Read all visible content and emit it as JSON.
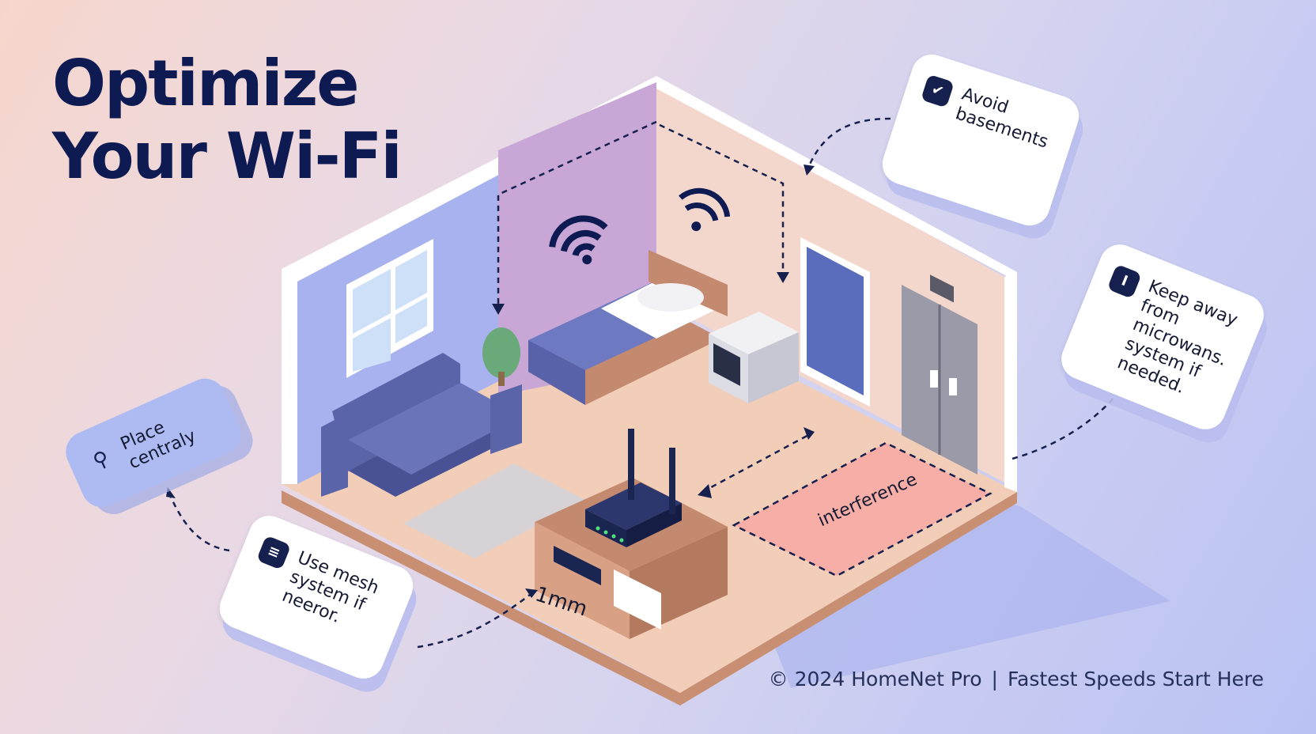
{
  "headline": {
    "line1": "Optimize",
    "line2": "Your Wi-Fi"
  },
  "tips": {
    "avoid": {
      "icon": "check-icon",
      "glyph": "✔",
      "text": "Avoid basements"
    },
    "keep": {
      "icon": "info-icon",
      "glyph": "I",
      "text": "Keep away from microwans. system if needed."
    },
    "place": {
      "icon": "location-pin-icon",
      "glyph": "⚲",
      "text": "Place centraly"
    },
    "mesh": {
      "icon": "menu-icon",
      "glyph": "≡",
      "text": "Use mesh system if neeror."
    }
  },
  "labels": {
    "interference": "interference",
    "distance": "1mm"
  },
  "footer": {
    "copyright": "© 2024 HomeNet Pro",
    "separator": "|",
    "tagline": "Fastest Speeds Start Here"
  },
  "colors": {
    "navy": "#0e1a52",
    "wall_left": "#a8b2ee",
    "wall_back": "#c8a6d6",
    "wall_right": "#f4d7cc",
    "floor": "#f2cdb8",
    "interference_zone": "#f7aea6",
    "sofa": "#5a64a8",
    "router": "#1b2552"
  }
}
